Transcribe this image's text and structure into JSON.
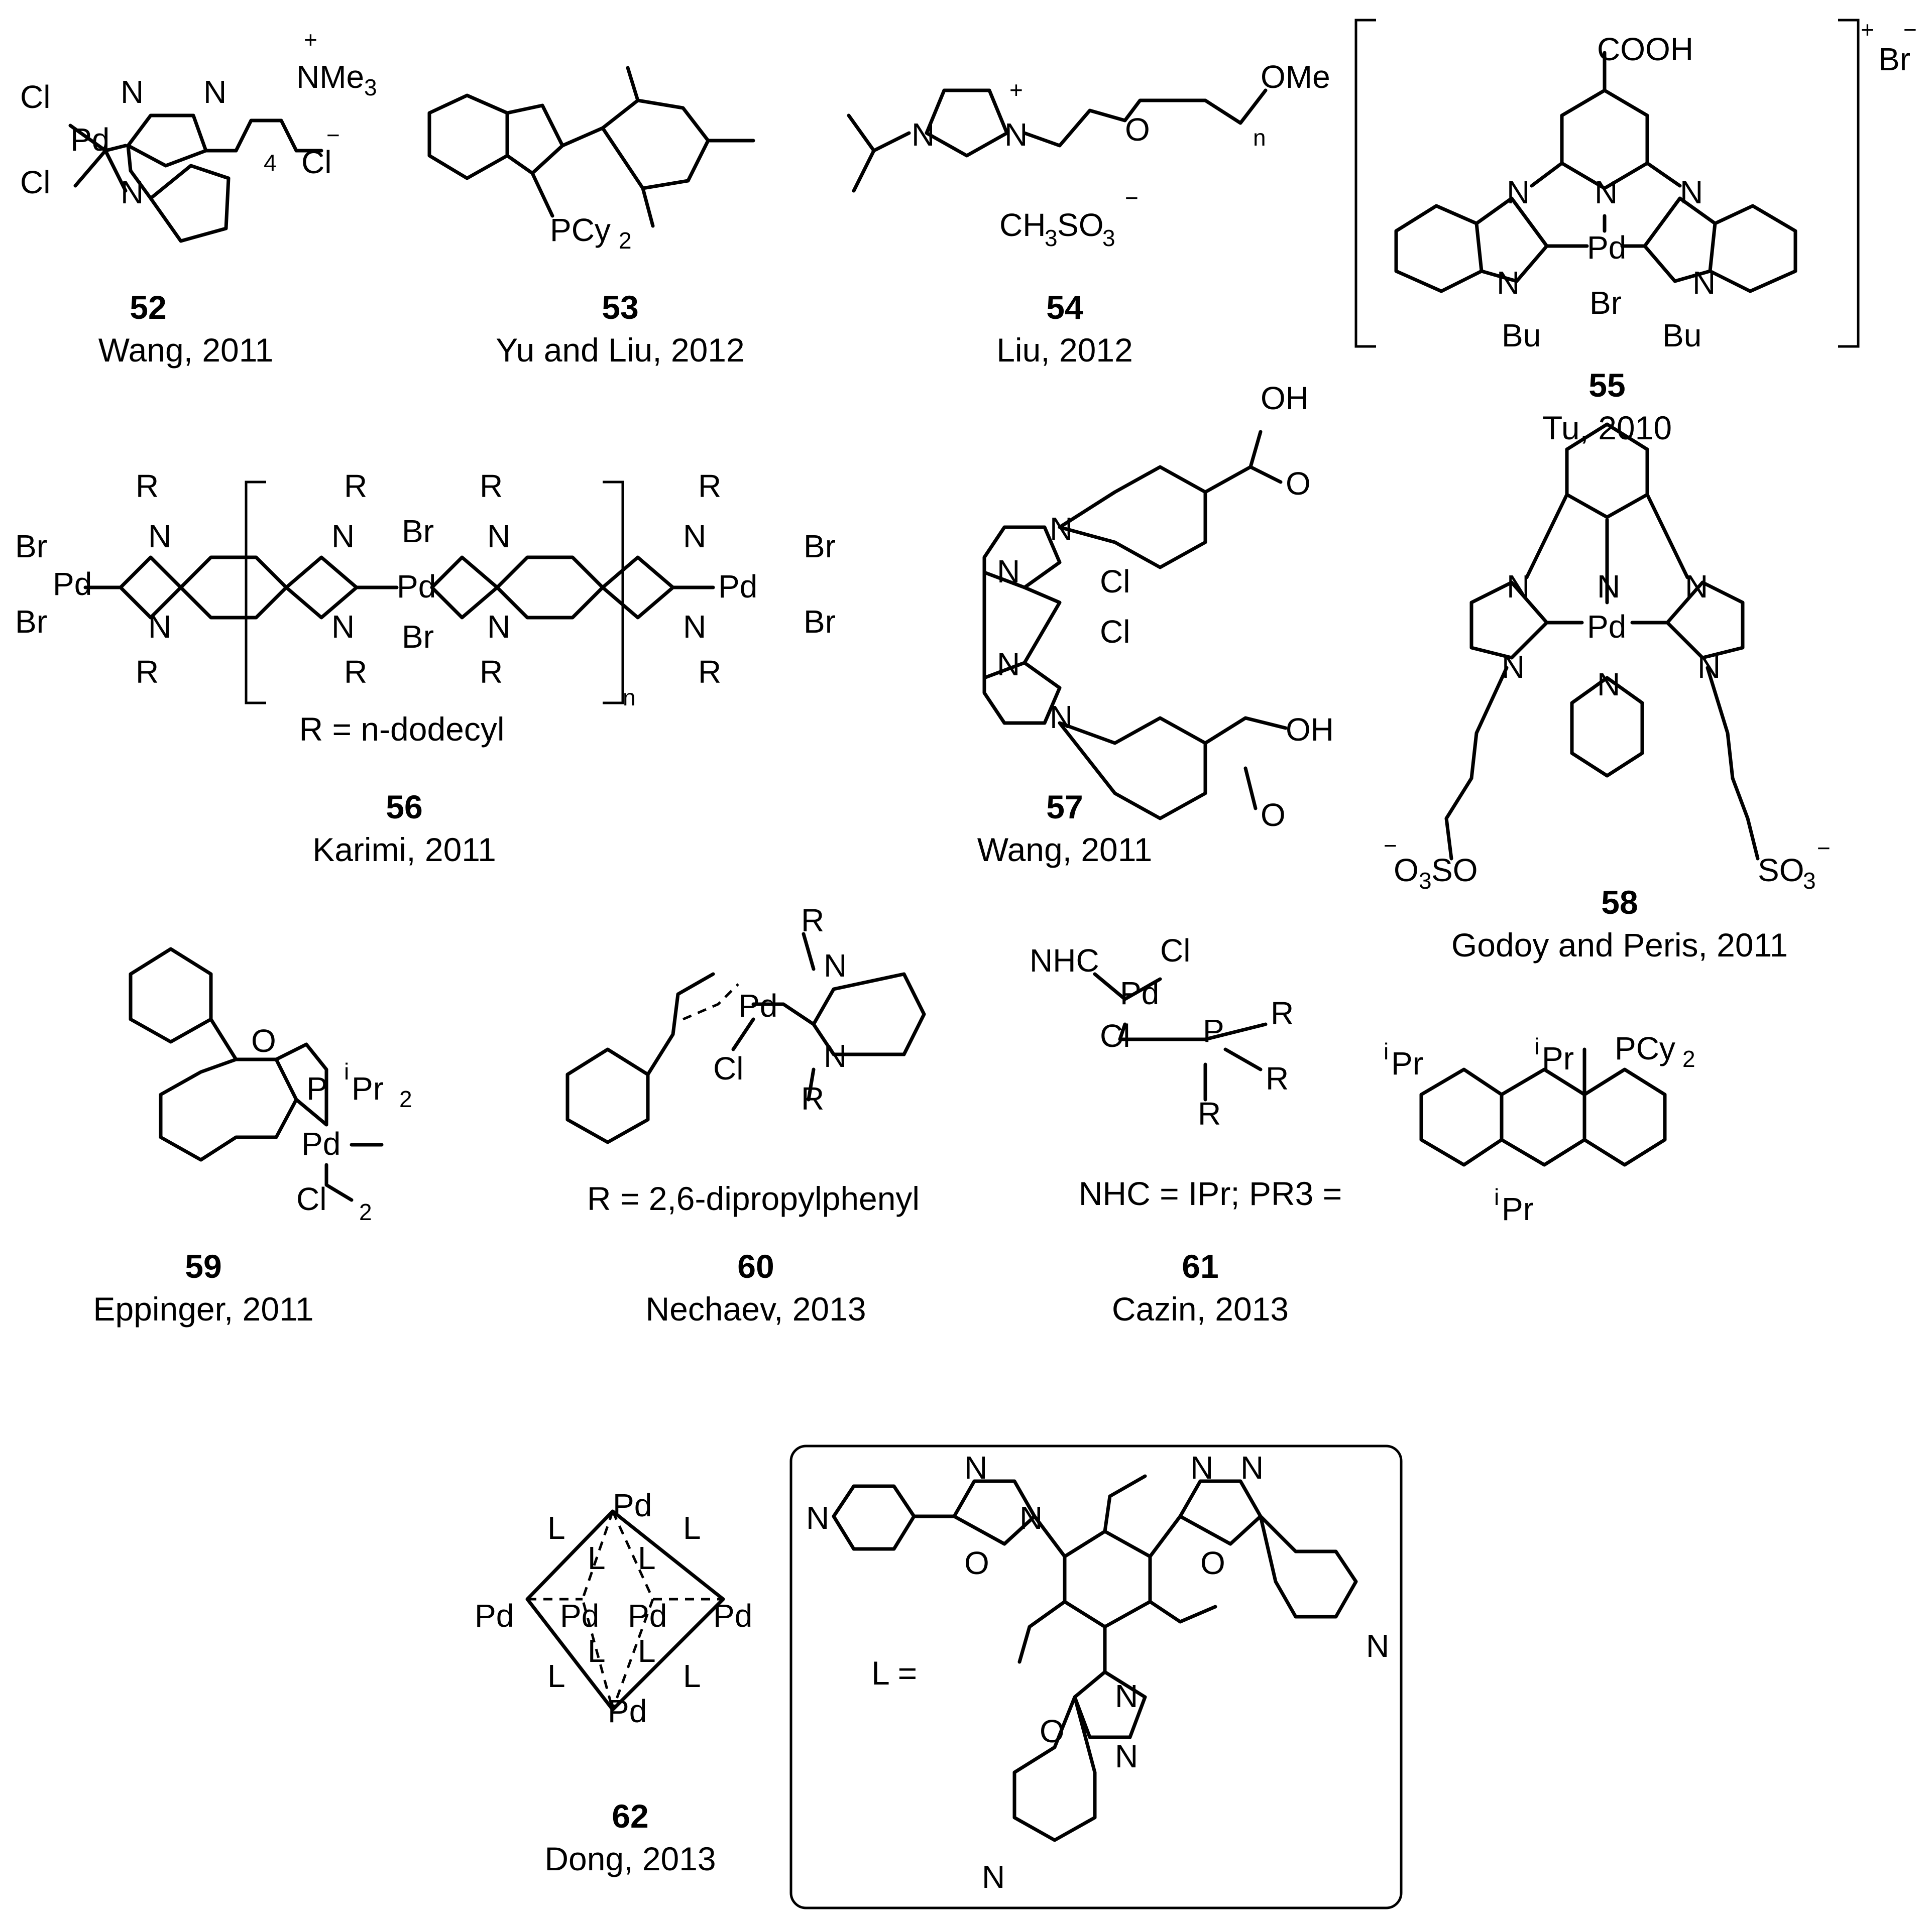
{
  "compounds": [
    {
      "number": "52",
      "caption": "Wang, 2011"
    },
    {
      "number": "53",
      "caption": "Yu and Liu, 2012"
    },
    {
      "number": "54",
      "caption": "Liu, 2012"
    },
    {
      "number": "55",
      "caption": "Tu, 2010"
    },
    {
      "number": "56",
      "caption": "Karimi, 2011",
      "note": "R = n-dodecyl"
    },
    {
      "number": "57",
      "caption": "Wang, 2011"
    },
    {
      "number": "58",
      "caption": "Godoy and Peris, 2011"
    },
    {
      "number": "59",
      "caption": "Eppinger, 2011"
    },
    {
      "number": "60",
      "caption": "Nechaev, 2013",
      "note": "R = 2,6-dipropylphenyl"
    },
    {
      "number": "61",
      "caption": "Cazin, 2013",
      "note": "NHC = IPr; PR3 ="
    },
    {
      "number": "62",
      "caption": "Dong, 2013",
      "note": "L ="
    }
  ],
  "labels": {
    "cl": "Cl",
    "pd": "Pd",
    "n": "N",
    "o": "O",
    "p": "P",
    "r": "R",
    "l": "L",
    "br": "Br",
    "nme3": "NMe",
    "three": "3",
    "four": "4",
    "two": "2",
    "n_sub": "n",
    "plus": "+",
    "minus": "−",
    "cl_minus": "Cl",
    "pcy2": "PCy",
    "ome": "OMe",
    "ch3so3": "CH",
    "so3": "SO",
    "cooh": "COOH",
    "bu": "Bu",
    "oh": "OH",
    "o3s": "O",
    "ipr": "Pr",
    "i": "i",
    "nhc": "NHC",
    "brminus": "Br"
  }
}
